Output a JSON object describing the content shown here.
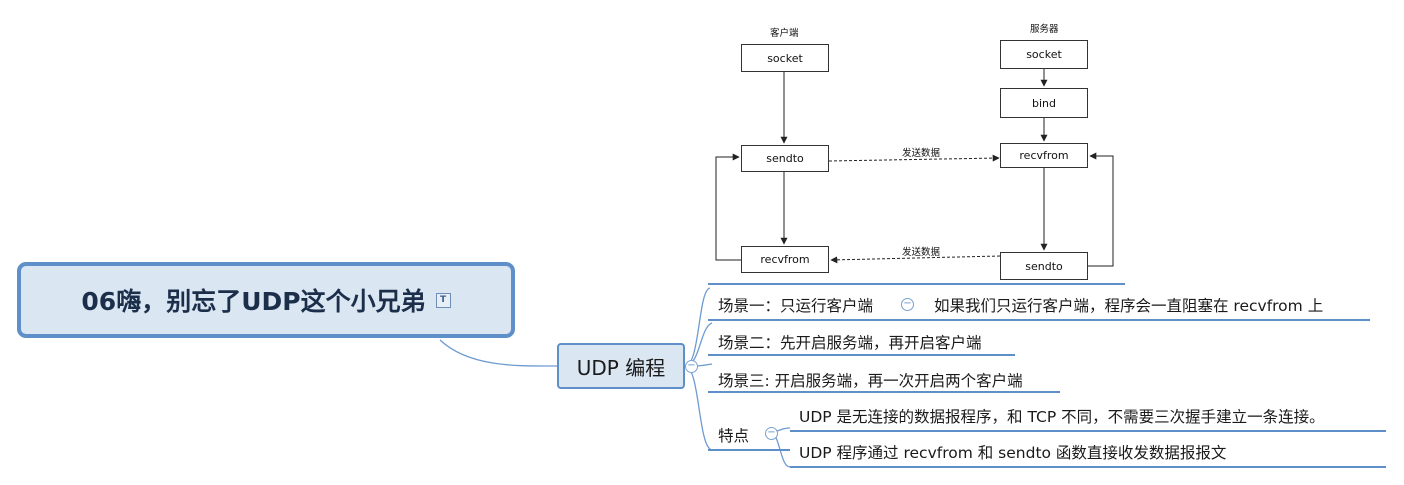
{
  "root": {
    "title": "06嗨，别忘了UDP这个小兄弟",
    "note_icon": "text-note-icon"
  },
  "branch": {
    "label": "UDP 编程"
  },
  "items": {
    "scene1_label": "场景一：只运行客户端",
    "scene1_note": "如果我们只运行客户端，程序会一直阻塞在 recvfrom 上",
    "scene2_label": "场景二：先开启服务端，再开启客户端",
    "scene3_label": "场景三: 开启服务端，再一次开启两个客户端",
    "features_label": "特点",
    "feature1": "UDP 是无连接的数据报程序，和 TCP 不同，不需要三次握手建立一条连接。",
    "feature2": "UDP 程序通过 recvfrom 和 sendto 函数直接收发数据报报文"
  },
  "flow": {
    "client_title": "客户端",
    "server_title": "服务器",
    "client_socket": "socket",
    "client_sendto": "sendto",
    "client_recvfrom": "recvfrom",
    "server_socket": "socket",
    "server_bind": "bind",
    "server_recvfrom": "recvfrom",
    "server_sendto": "sendto",
    "send_data_top": "发送数据",
    "send_data_bottom": "发送数据"
  },
  "colors": {
    "accent": "#5f8fc8",
    "node_fill": "#dbe6f3",
    "root_text": "#1c2f4a"
  }
}
